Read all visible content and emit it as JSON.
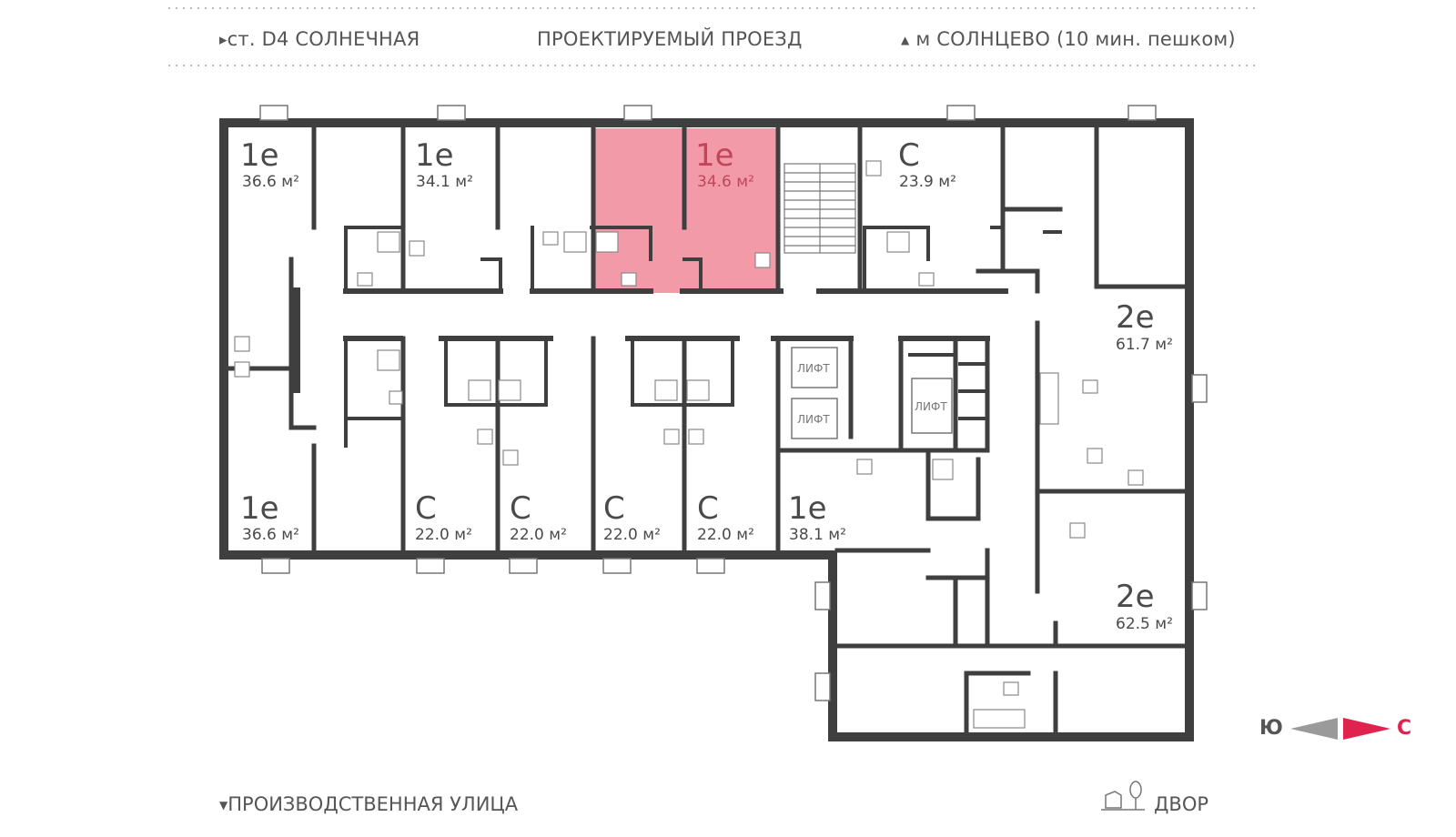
{
  "streets": {
    "top_left": "ст. D4 СОЛНЕЧНАЯ",
    "top_center": "ПРОЕКТИРУЕМЫЙ ПРОЕЗД",
    "top_right": "м СОЛНЦЕВО (10 мин. пешком)",
    "bottom_left": "ПРОИЗВОДСТВЕННАЯ УЛИЦА",
    "bottom_right": "ДВОР"
  },
  "compass": {
    "south": "Ю",
    "north": "С"
  },
  "colors": {
    "wall": "#3f3f3f",
    "highlight": "#f29aa8",
    "highlight_text": "#c0465a",
    "text": "#555555",
    "north_arrow": "#e0234e",
    "south_arrow": "#9a9a9a"
  },
  "units": [
    {
      "type": "1е",
      "area": "36.6 м²",
      "highlighted": false
    },
    {
      "type": "1е",
      "area": "34.1 м²",
      "highlighted": false
    },
    {
      "type": "1е",
      "area": "34.6 м²",
      "highlighted": true
    },
    {
      "type": "С",
      "area": "23.9 м²",
      "highlighted": false
    },
    {
      "type": "2е",
      "area": "61.7 м²",
      "highlighted": false
    },
    {
      "type": "2е",
      "area": "62.5 м²",
      "highlighted": false
    },
    {
      "type": "1е",
      "area": "36.6 м²",
      "highlighted": false
    },
    {
      "type": "С",
      "area": "22.0 м²",
      "highlighted": false
    },
    {
      "type": "С",
      "area": "22.0 м²",
      "highlighted": false
    },
    {
      "type": "С",
      "area": "22.0 м²",
      "highlighted": false
    },
    {
      "type": "С",
      "area": "22.0 м²",
      "highlighted": false
    },
    {
      "type": "1е",
      "area": "38.1 м²",
      "highlighted": false
    }
  ],
  "elevators": [
    "ЛИФТ",
    "ЛИФТ",
    "ЛИФТ"
  ]
}
